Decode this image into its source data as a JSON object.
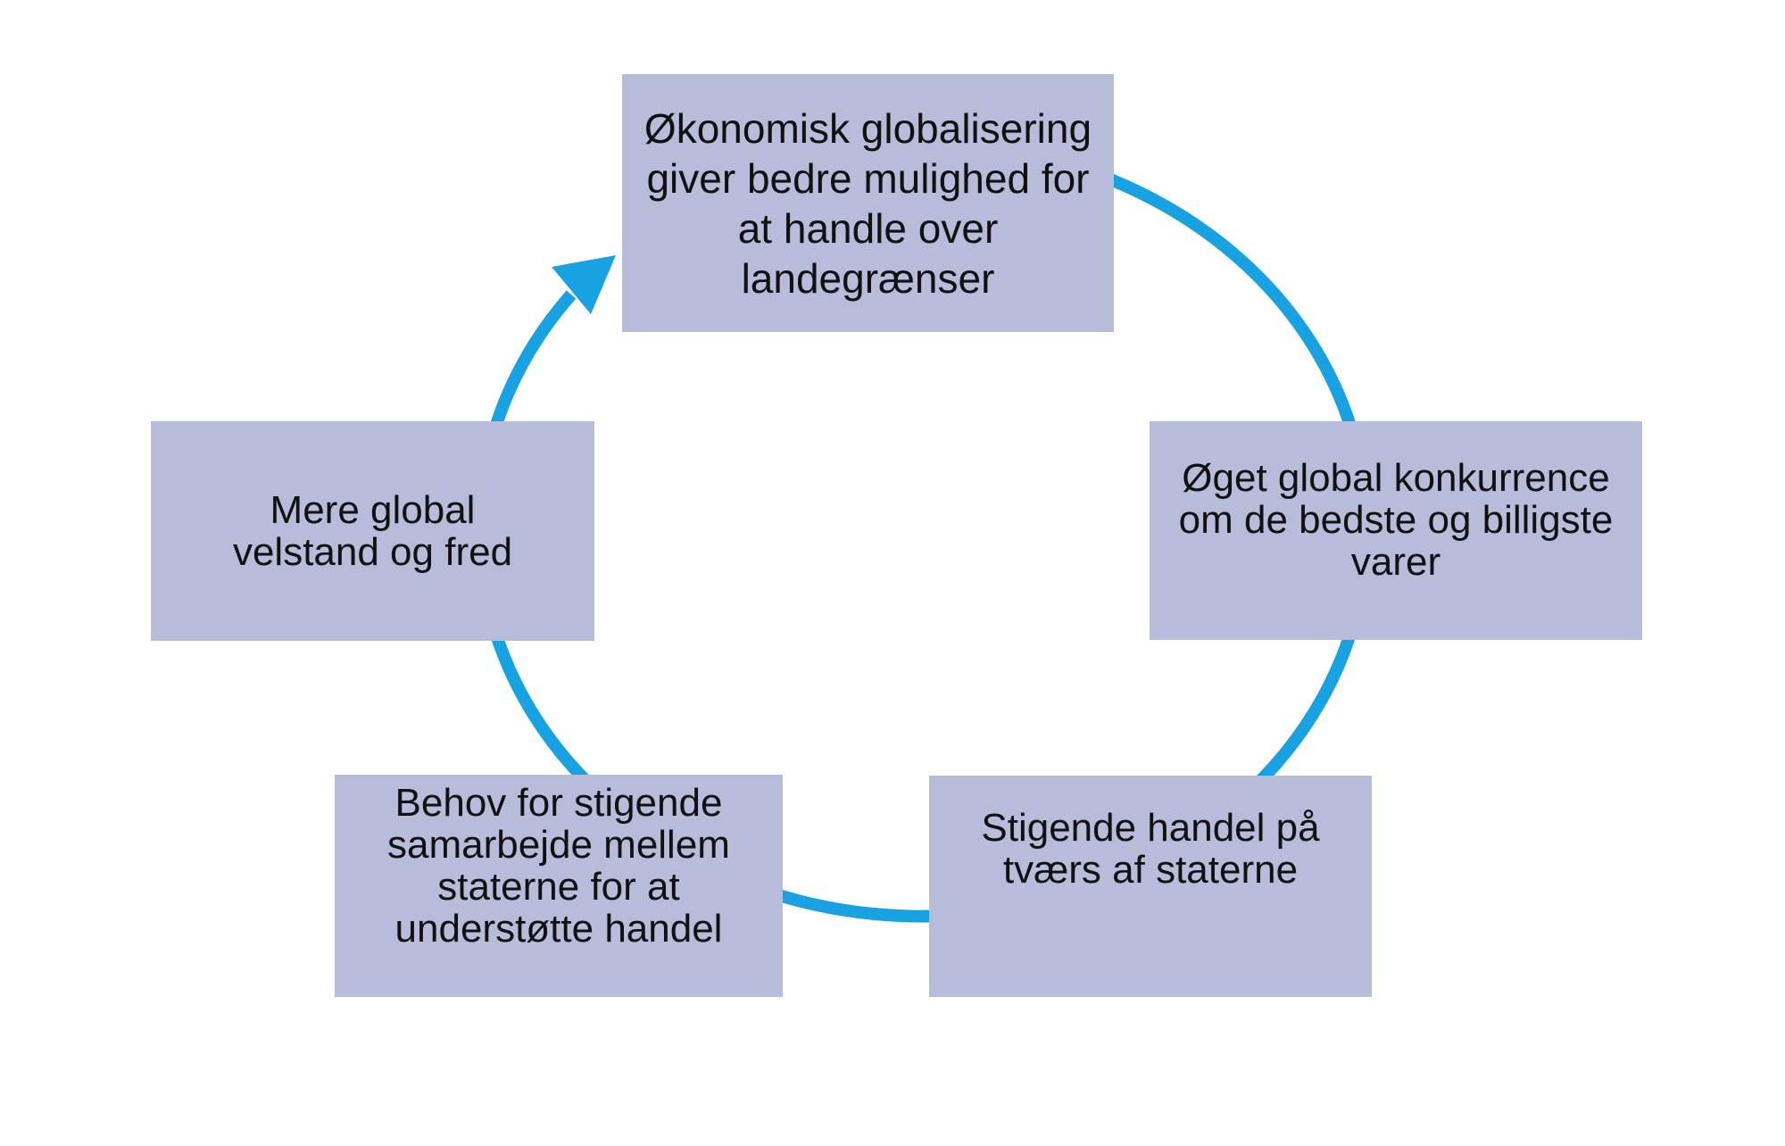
{
  "diagram": {
    "colors": {
      "background": "#ffffff",
      "box_fill": "#b8bcdb",
      "text": "#111111",
      "arrow": "#18a2e2"
    },
    "boxes": {
      "top": {
        "text": "Økonomisk globalisering\ngiver bedre mulighed for\nat handle over\nlandegrænser"
      },
      "right": {
        "text": "Øget global konkurrence\nom de bedste og billigste\nvarer"
      },
      "bottom_right": {
        "text": "Stigende handel på\ntværs af staterne"
      },
      "bottom_left": {
        "text": "Behov for stigende\nsamarbejde mellem\nstaterne for at\nunderstøtte handel"
      },
      "left": {
        "text": "Mere global\nvelstand og fred"
      }
    }
  }
}
